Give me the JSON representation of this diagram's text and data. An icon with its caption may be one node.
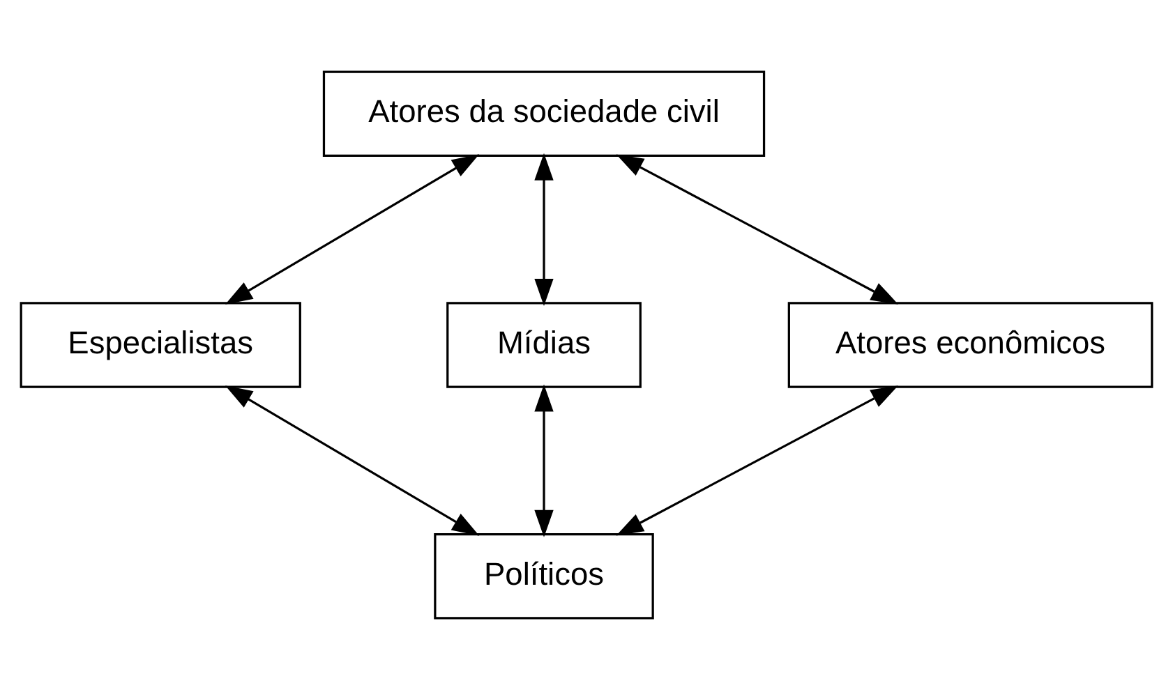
{
  "diagram": {
    "nodes": [
      {
        "text": [
          "Atores da sociedade civil"
        ]
      },
      {
        "text": [
          "Especialistas"
        ]
      },
      {
        "text": [
          "Mídias"
        ]
      },
      {
        "text": [
          "Atores econômicos"
        ]
      },
      {
        "text": [
          "Políticos"
        ]
      }
    ],
    "edges": [
      {
        "from": 0,
        "to": 1,
        "arrow": "both"
      },
      {
        "from": 0,
        "to": 2,
        "arrow": "both"
      },
      {
        "from": 0,
        "to": 3,
        "arrow": "both"
      },
      {
        "from": 1,
        "to": 4,
        "arrow": "both"
      },
      {
        "from": 2,
        "to": 4,
        "arrow": "both"
      },
      {
        "from": 3,
        "to": 4,
        "arrow": "both"
      }
    ]
  }
}
